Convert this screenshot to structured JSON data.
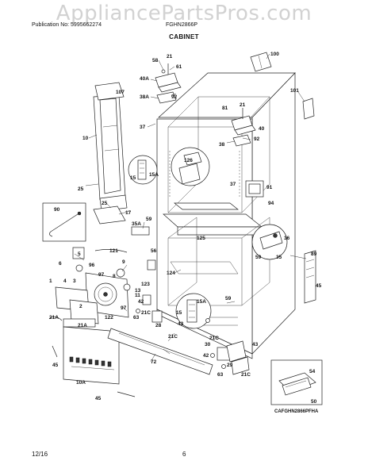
{
  "watermark": "AppliancePartsPros.com",
  "header": {
    "publication": "Publication No: 5995662274",
    "model": "FGHN2866P"
  },
  "title": "CABINET",
  "footer": {
    "date": "12/16",
    "page": "6"
  },
  "inset_caption": "CAFGHN2866PFHA",
  "callouts": {
    "c100": "100",
    "c58": "58",
    "c21a": "21",
    "c61": "61",
    "c40a": "40A",
    "c107": "107",
    "c38a": "38A",
    "c92a": "92",
    "c37a": "37",
    "c101": "101",
    "c81": "81",
    "c21b": "21",
    "c40b": "40",
    "c92b": "92",
    "c38b": "38",
    "c10": "10",
    "c126": "126",
    "c15a": "15",
    "c15aa": "15A",
    "c37b": "37",
    "c91": "91",
    "c94": "94",
    "c25a": "25",
    "c25b": "25",
    "c17": "17",
    "c90": "90",
    "c59a": "59",
    "c35a": "35A",
    "c125": "125",
    "c36": "36",
    "c59b": "59",
    "c35b": "35",
    "c121": "121",
    "c56": "56",
    "c89": "89",
    "c6": "6",
    "c5": "5",
    "c96": "96",
    "c9": "9",
    "c97a": "97",
    "c8": "8",
    "c124": "124",
    "c123": "123",
    "c13": "13",
    "c45a": "45",
    "c1": "1",
    "c4": "4",
    "c3": "3",
    "c11": "11",
    "c97b": "97",
    "c42": "42",
    "c15b": "15",
    "c15ab": "15A",
    "c59c": "59",
    "c2": "2",
    "c21ca": "21C",
    "c63a": "63",
    "c28": "28",
    "c43a": "43",
    "c21aa": "21A",
    "c21ab": "21A",
    "c122": "122",
    "c21cb": "21C",
    "c45b": "45",
    "c72": "72",
    "c21cc": "21C",
    "c30": "30",
    "c43b": "43",
    "c42b": "42",
    "c29": "29",
    "c63b": "63",
    "c21cd": "21C",
    "c10a": "10A",
    "c45c": "45",
    "c54": "54",
    "c50": "50"
  }
}
